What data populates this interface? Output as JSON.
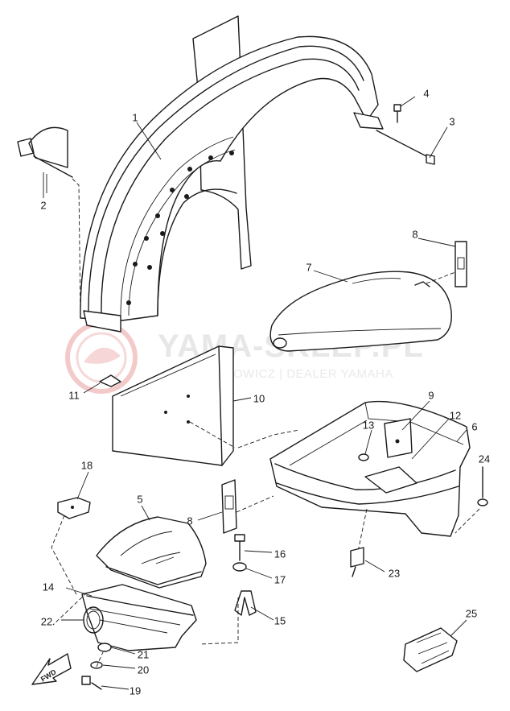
{
  "watermark": {
    "title": "YAMA-SKLEP.PL",
    "subtitle": "WOJCIECHOWICZ | DEALER YAMAHA",
    "color": "#e6e6e6",
    "logo_color": "#f3c9c9"
  },
  "forward_label": "FWD",
  "callouts": [
    "1",
    "2",
    "3",
    "4",
    "5",
    "6",
    "7",
    "8",
    "8",
    "9",
    "10",
    "11",
    "12",
    "13",
    "14",
    "15",
    "16",
    "17",
    "18",
    "19",
    "20",
    "21",
    "22",
    "23",
    "24",
    "25"
  ]
}
